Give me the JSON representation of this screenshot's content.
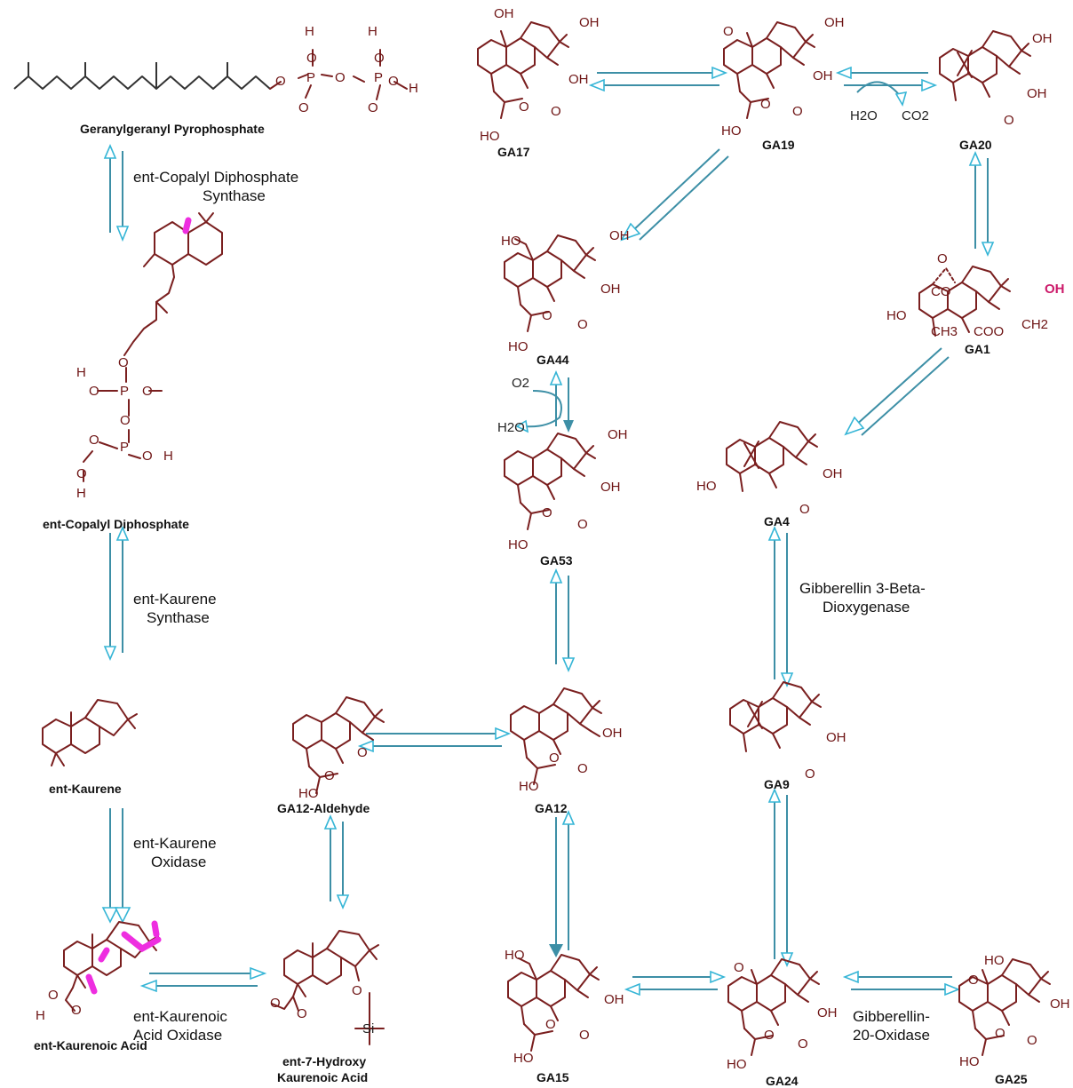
{
  "compounds": {
    "ggpp": "Geranylgeranyl Pyrophosphate",
    "cpp": "ent-Copalyl Diphosphate",
    "kaurene": "ent-Kaurene",
    "kaurenoic": "ent-Kaurenoic Acid",
    "hydroxy_line1": "ent-7-Hydroxy",
    "hydroxy_line2": "Kaurenoic Acid",
    "ga12_ald": "GA12-Aldehyde",
    "ga12": "GA12",
    "ga53": "GA53",
    "ga44": "GA44",
    "ga19": "GA19",
    "ga17": "GA17",
    "ga20": "GA20",
    "ga1": "GA1",
    "ga4": "GA4",
    "ga9": "GA9",
    "ga15": "GA15",
    "ga24": "GA24",
    "ga25": "GA25"
  },
  "enzymes": {
    "cps_1": "ent-Copalyl Diphosphate",
    "cps_2": "Synthase",
    "ks_1": "ent-Kaurene",
    "ks_2": "Synthase",
    "ko_1": "ent-Kaurene",
    "ko_2": "Oxidase",
    "kao_1": "ent-Kaurenoic",
    "kao_2": "Acid Oxidase",
    "ga3ox_1": "Gibberellin 3-Beta-",
    "ga3ox_2": "Dioxygenase",
    "ga20ox_1": "Gibberellin-",
    "ga20ox_2": "20-Oxidase"
  },
  "reagents": {
    "h2o_1": "H2O",
    "co2": "CO2",
    "o2": "O2",
    "h2o_2": "H2O"
  },
  "groups": {
    "oh": "OH",
    "ho": "HO",
    "h": "H",
    "o": "O",
    "p": "P",
    "si": "Si",
    "co": "CO",
    "coo": "COO",
    "ch3": "CH3",
    "ch2": "CH2"
  },
  "colors": {
    "bond": "#7a1f1f",
    "arrow": "#3d8fa6",
    "arrow_head": "#35b5d6",
    "highlight": "#ee2ee0"
  }
}
